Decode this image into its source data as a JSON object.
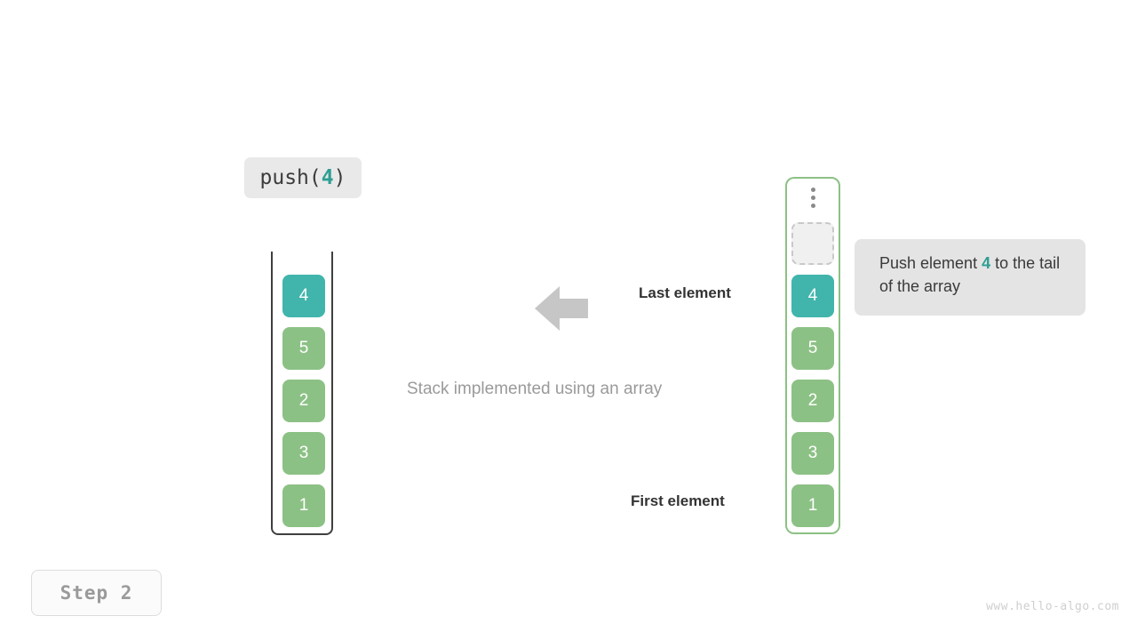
{
  "operation": {
    "prefix": "push(",
    "argument": "4",
    "suffix": ")"
  },
  "left_stack": {
    "title": "stack-container",
    "cells": [
      {
        "value": "4",
        "color": "teal",
        "color_hex": "#41b5ac"
      },
      {
        "value": "5",
        "color": "green",
        "color_hex": "#8cc185"
      },
      {
        "value": "2",
        "color": "green",
        "color_hex": "#8cc185"
      },
      {
        "value": "3",
        "color": "green",
        "color_hex": "#8cc185"
      },
      {
        "value": "1",
        "color": "green",
        "color_hex": "#8cc185"
      }
    ]
  },
  "right_array": {
    "title": "array-container",
    "border_hex": "#8cc185",
    "dots_icon": "vertical-ellipsis-icon",
    "cells": [
      {
        "value": "",
        "color": "empty",
        "color_hex": "#f0f0f0"
      },
      {
        "value": "4",
        "color": "teal",
        "color_hex": "#41b5ac"
      },
      {
        "value": "5",
        "color": "green",
        "color_hex": "#8cc185"
      },
      {
        "value": "2",
        "color": "green",
        "color_hex": "#8cc185"
      },
      {
        "value": "3",
        "color": "green",
        "color_hex": "#8cc185"
      },
      {
        "value": "1",
        "color": "green",
        "color_hex": "#8cc185"
      }
    ]
  },
  "annotations": {
    "arrow_icon": "arrow-left-icon",
    "arrow_hex": "#c6c6c6",
    "last_element_label": "Last element",
    "first_element_label": "First element",
    "caption": "Stack implemented using an array"
  },
  "tooltip": {
    "text_before": "Push element ",
    "highlight": "4",
    "text_after": " to the tail of the array",
    "highlight_hex": "#2e9e93",
    "background_hex": "#e4e4e4"
  },
  "step_badge": {
    "label": "Step 2"
  },
  "watermark": {
    "text": "www.hello-algo.com"
  }
}
